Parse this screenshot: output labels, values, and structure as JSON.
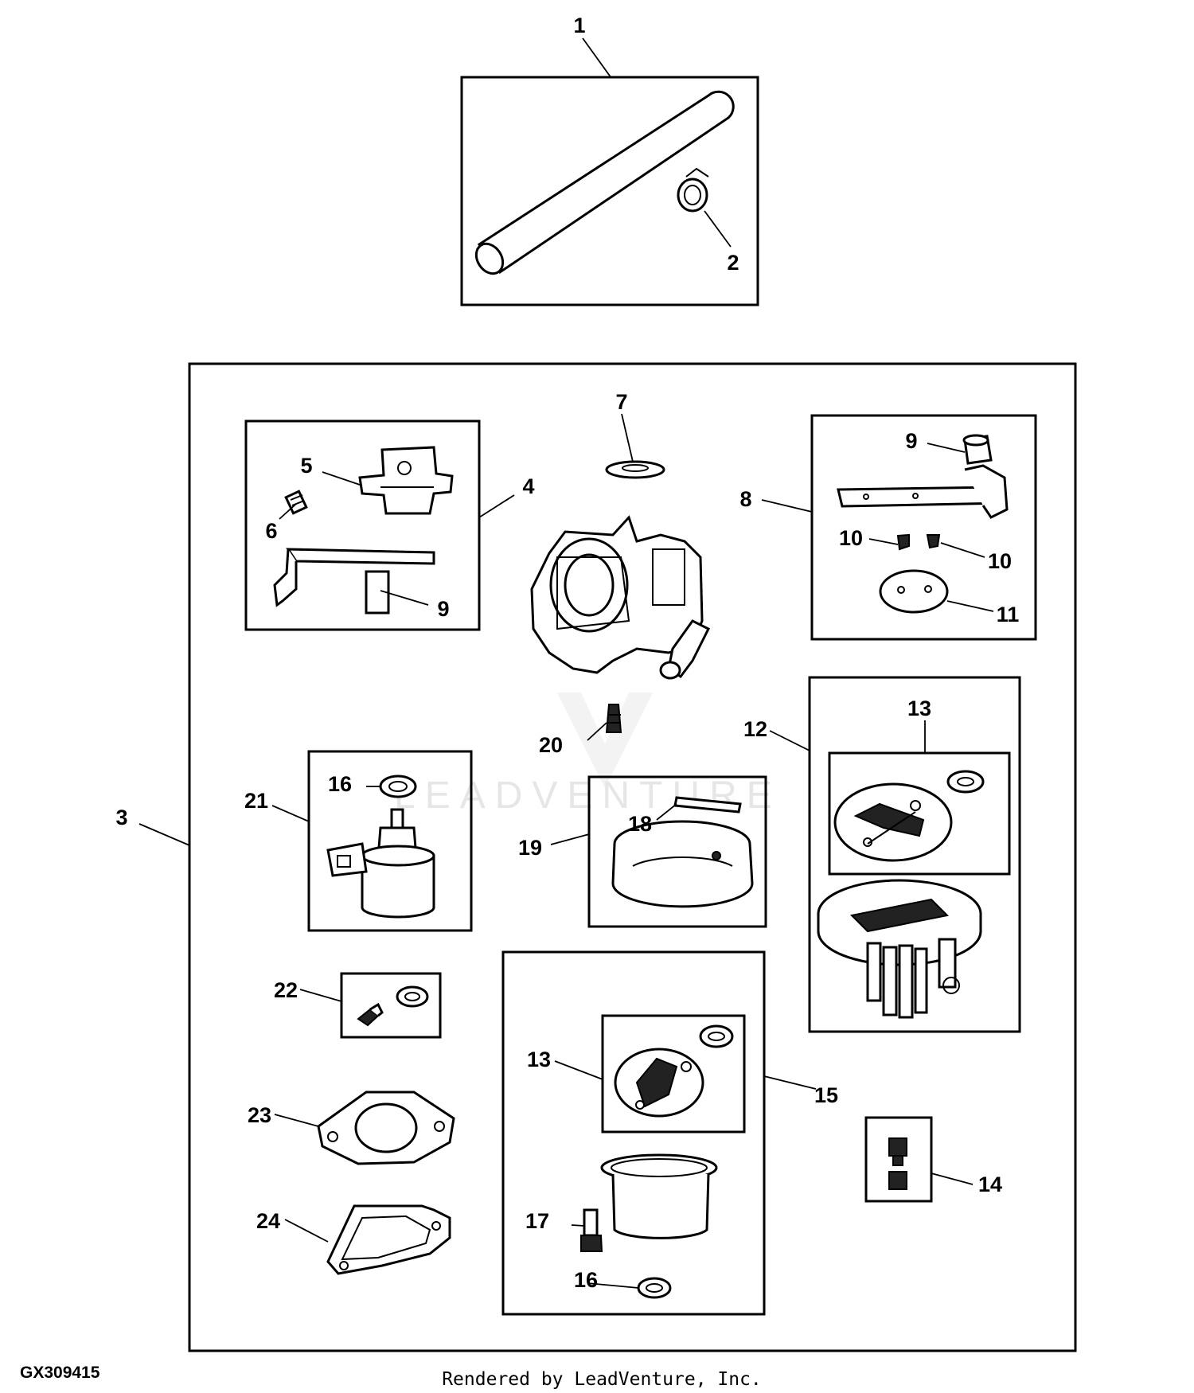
{
  "figure_id": "GX309415",
  "credit": "Rendered by LeadVenture, Inc.",
  "watermark": "LEADVENTURE",
  "callouts": {
    "c1": "1",
    "c2": "2",
    "c3": "3",
    "c4": "4",
    "c5": "5",
    "c6": "6",
    "c7": "7",
    "c8": "8",
    "c9a": "9",
    "c9b": "9",
    "c10a": "10",
    "c10b": "10",
    "c11": "11",
    "c12": "12",
    "c13a": "13",
    "c13b": "13",
    "c14": "14",
    "c15": "15",
    "c16a": "16",
    "c16b": "16",
    "c17": "17",
    "c18": "18",
    "c19": "19",
    "c20": "20",
    "c21": "21",
    "c22": "22",
    "c23": "23",
    "c24": "24"
  }
}
